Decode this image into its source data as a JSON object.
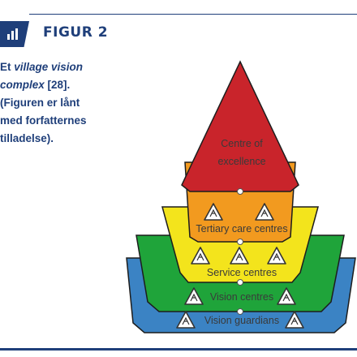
{
  "header": {
    "figure_label": "FIGUR 2",
    "icon": "bar-chart-icon",
    "accent_color": "#1f3f7a"
  },
  "caption": {
    "line1_prefix": "Et ",
    "line1_italic": "village vision",
    "line2_italic": "complex",
    "line2_suffix": " [28].",
    "line3": "(Figuren er lånt",
    "line4": "med forfatternes",
    "line5": "tilladelse)."
  },
  "pyramid": {
    "tiers": [
      {
        "label_line1": "Centre of",
        "label_line2": "excellence",
        "color": "#c9242b"
      },
      {
        "label": "Tertiary care centres",
        "color": "#f29a1f"
      },
      {
        "label": "Service centres",
        "color": "#f3e41c"
      },
      {
        "label": "Vision centres",
        "color": "#1fa43a"
      },
      {
        "label": "Vision guardians",
        "color": "#3b83c4"
      }
    ],
    "icons": [
      "eye-care-sign-icon",
      "eye-examination-sign-icon",
      "vision-care-sign-icon"
    ]
  }
}
